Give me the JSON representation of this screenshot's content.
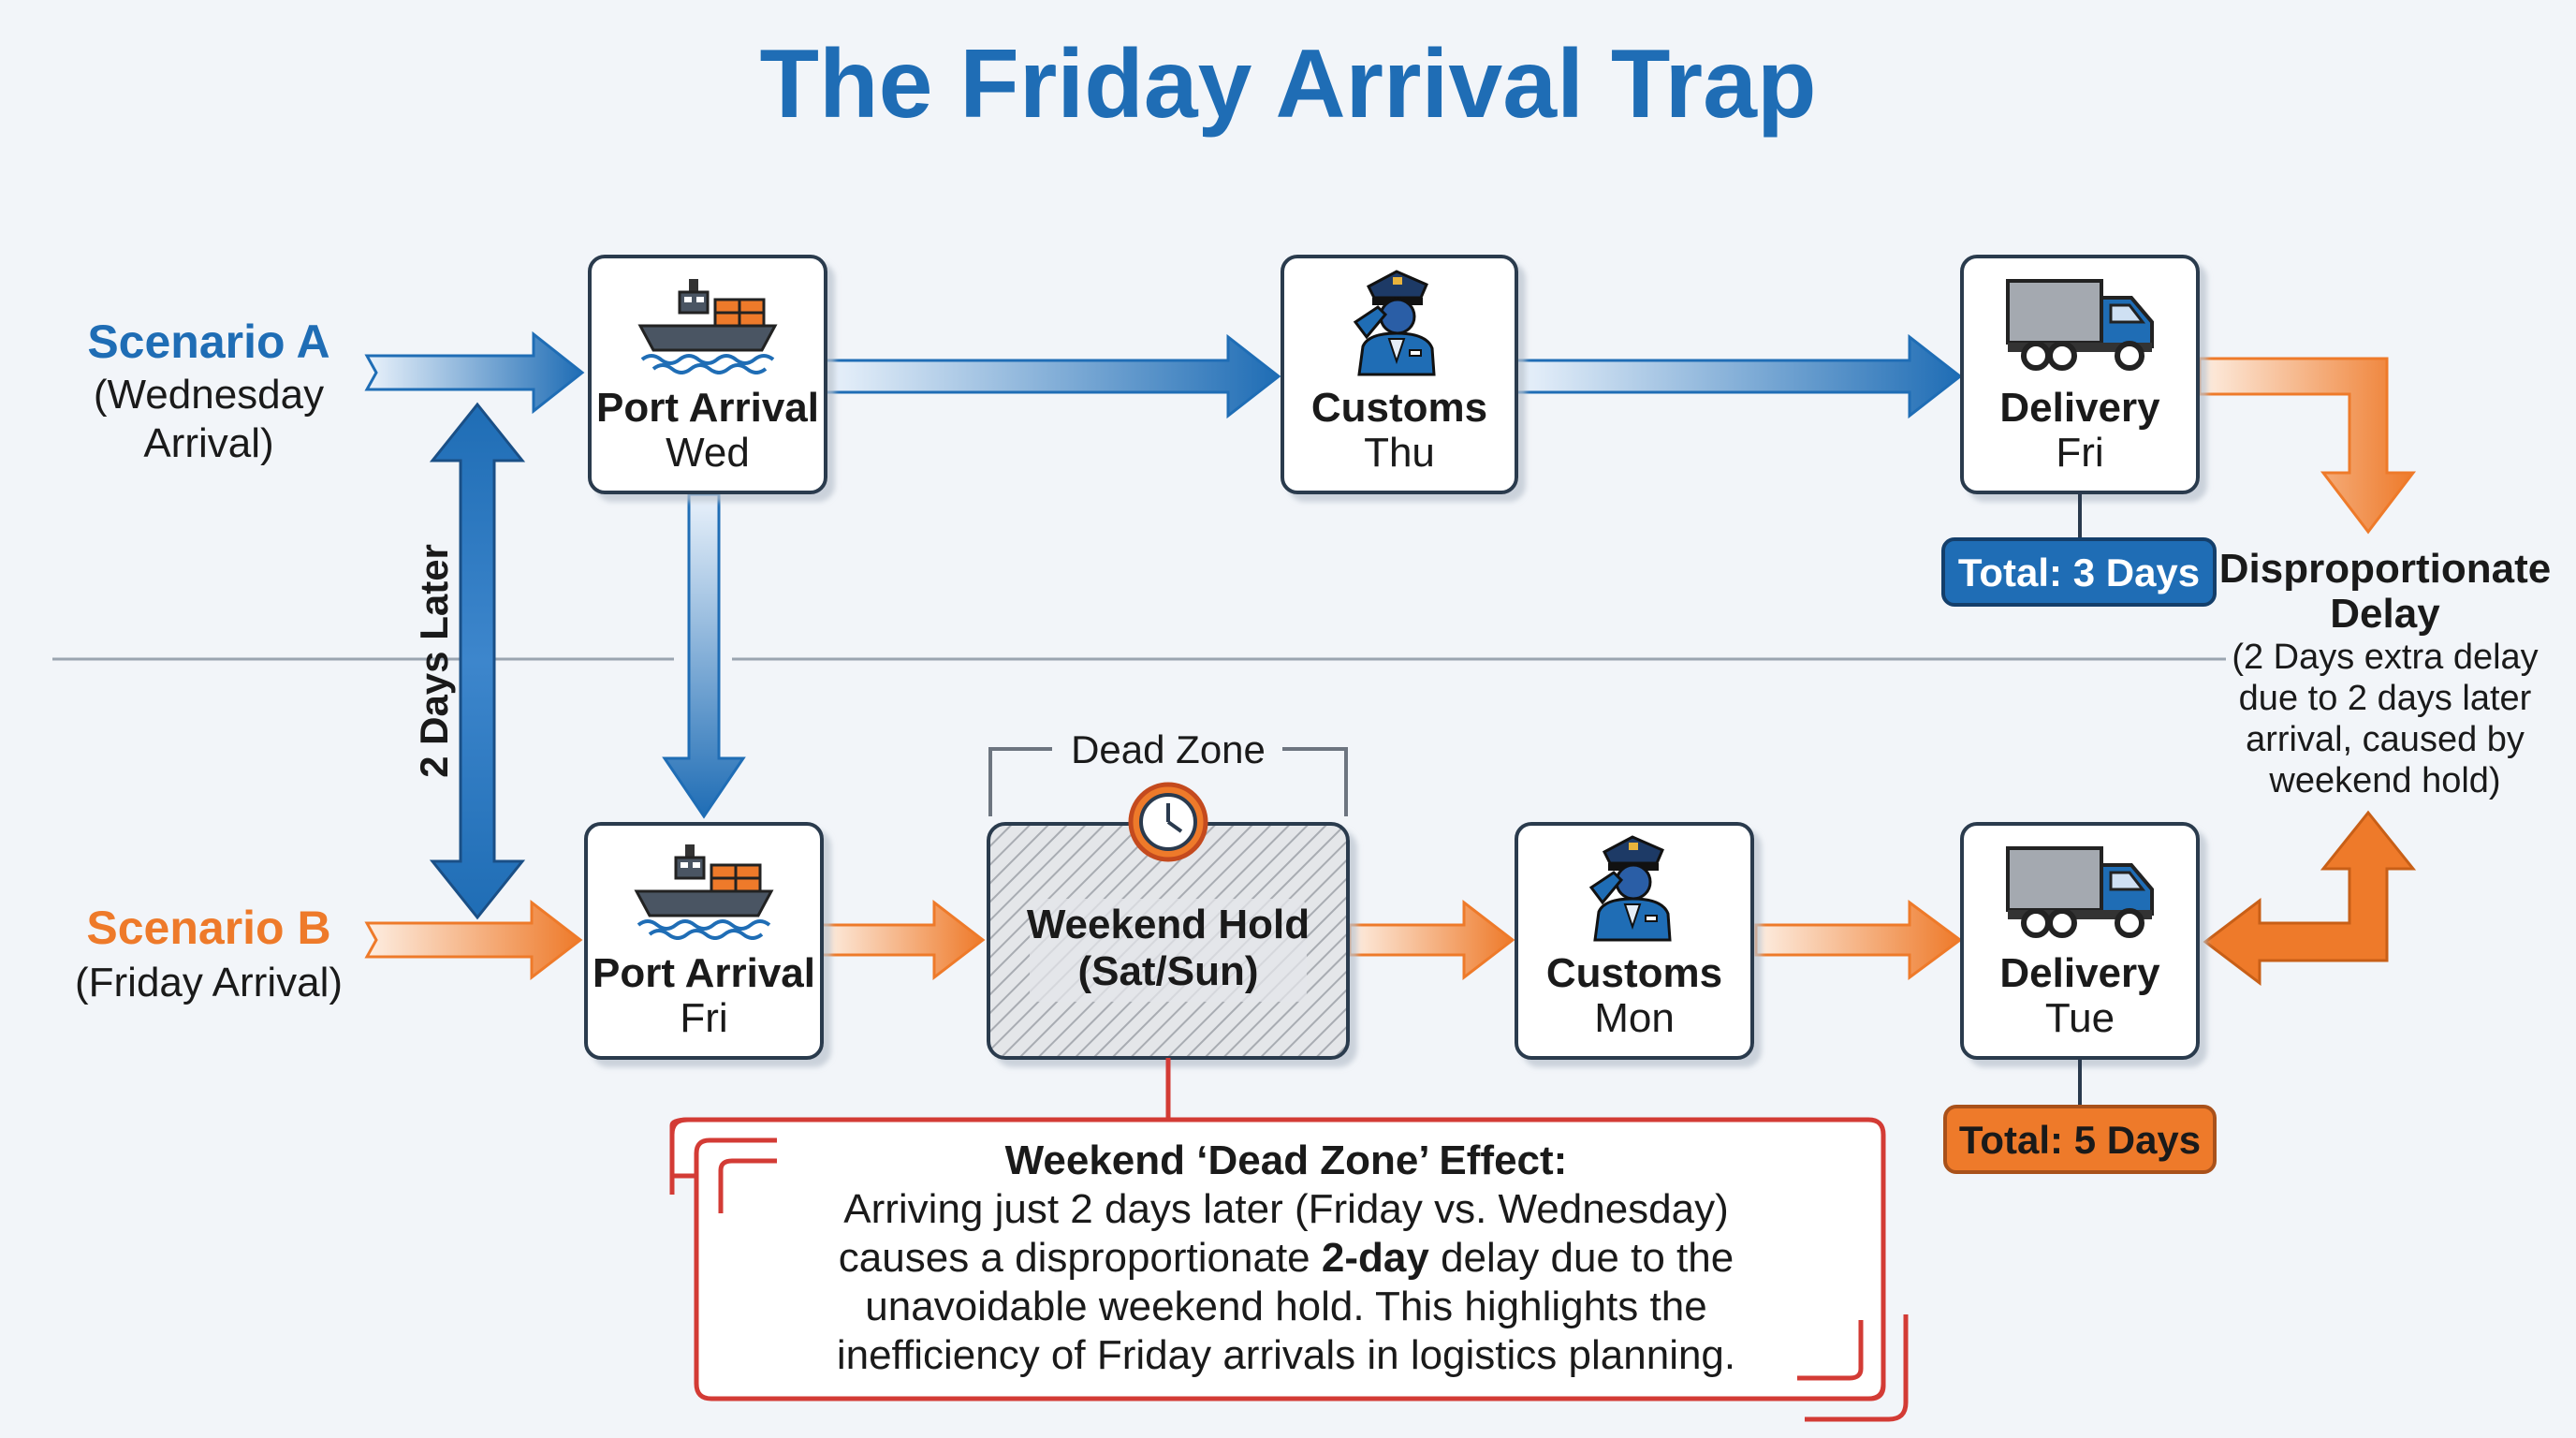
{
  "title": "The Friday Arrival Trap",
  "colors": {
    "blue": "#1f6db5",
    "orange": "#ee7a2a",
    "red": "#d33b35",
    "dark": "#1a1a1a",
    "background": "#f2f5f9"
  },
  "scenario_a": {
    "name": "Scenario A",
    "sub_line1": "(Wednesday",
    "sub_line2": "Arrival)",
    "port": {
      "icon": "cargo-ship-icon",
      "title": "Port Arrival",
      "day": "Wed"
    },
    "customs": {
      "icon": "customs-officer-icon",
      "title": "Customs",
      "day": "Thu"
    },
    "delivery": {
      "icon": "delivery-truck-icon",
      "title": "Delivery",
      "day": "Fri"
    },
    "total": "Total: 3 Days"
  },
  "scenario_b": {
    "name": "Scenario B",
    "sub": "(Friday Arrival)",
    "port": {
      "icon": "cargo-ship-icon",
      "title": "Port Arrival",
      "day": "Fri"
    },
    "hold": {
      "icon": "clock-icon",
      "title_line1": "Weekend Hold",
      "title_line2": "(Sat/Sun)"
    },
    "customs": {
      "icon": "customs-officer-icon",
      "title": "Customs",
      "day": "Mon"
    },
    "delivery": {
      "icon": "delivery-truck-icon",
      "title": "Delivery",
      "day": "Tue"
    },
    "total": "Total: 5 Days"
  },
  "dead_zone_label": "Dead Zone",
  "two_days_later": "2 Days Later",
  "disproportionate": {
    "title_line1": "Disproportionate",
    "title_line2": "Delay",
    "body": [
      "(2 Days extra delay",
      "due to 2 days later",
      "arrival, caused by",
      "weekend hold)"
    ]
  },
  "effect": {
    "title": "Weekend ‘Dead Zone’ Effect:",
    "line1": "Arriving just 2 days later (Friday vs. Wednesday)",
    "line2_pre": "causes a disproportionate ",
    "line2_bold": "2-day",
    "line2_post": " delay due to the",
    "line3": "unavoidable weekend hold. This highlights the",
    "line4": "inefficiency of Friday arrivals in logistics planning."
  }
}
